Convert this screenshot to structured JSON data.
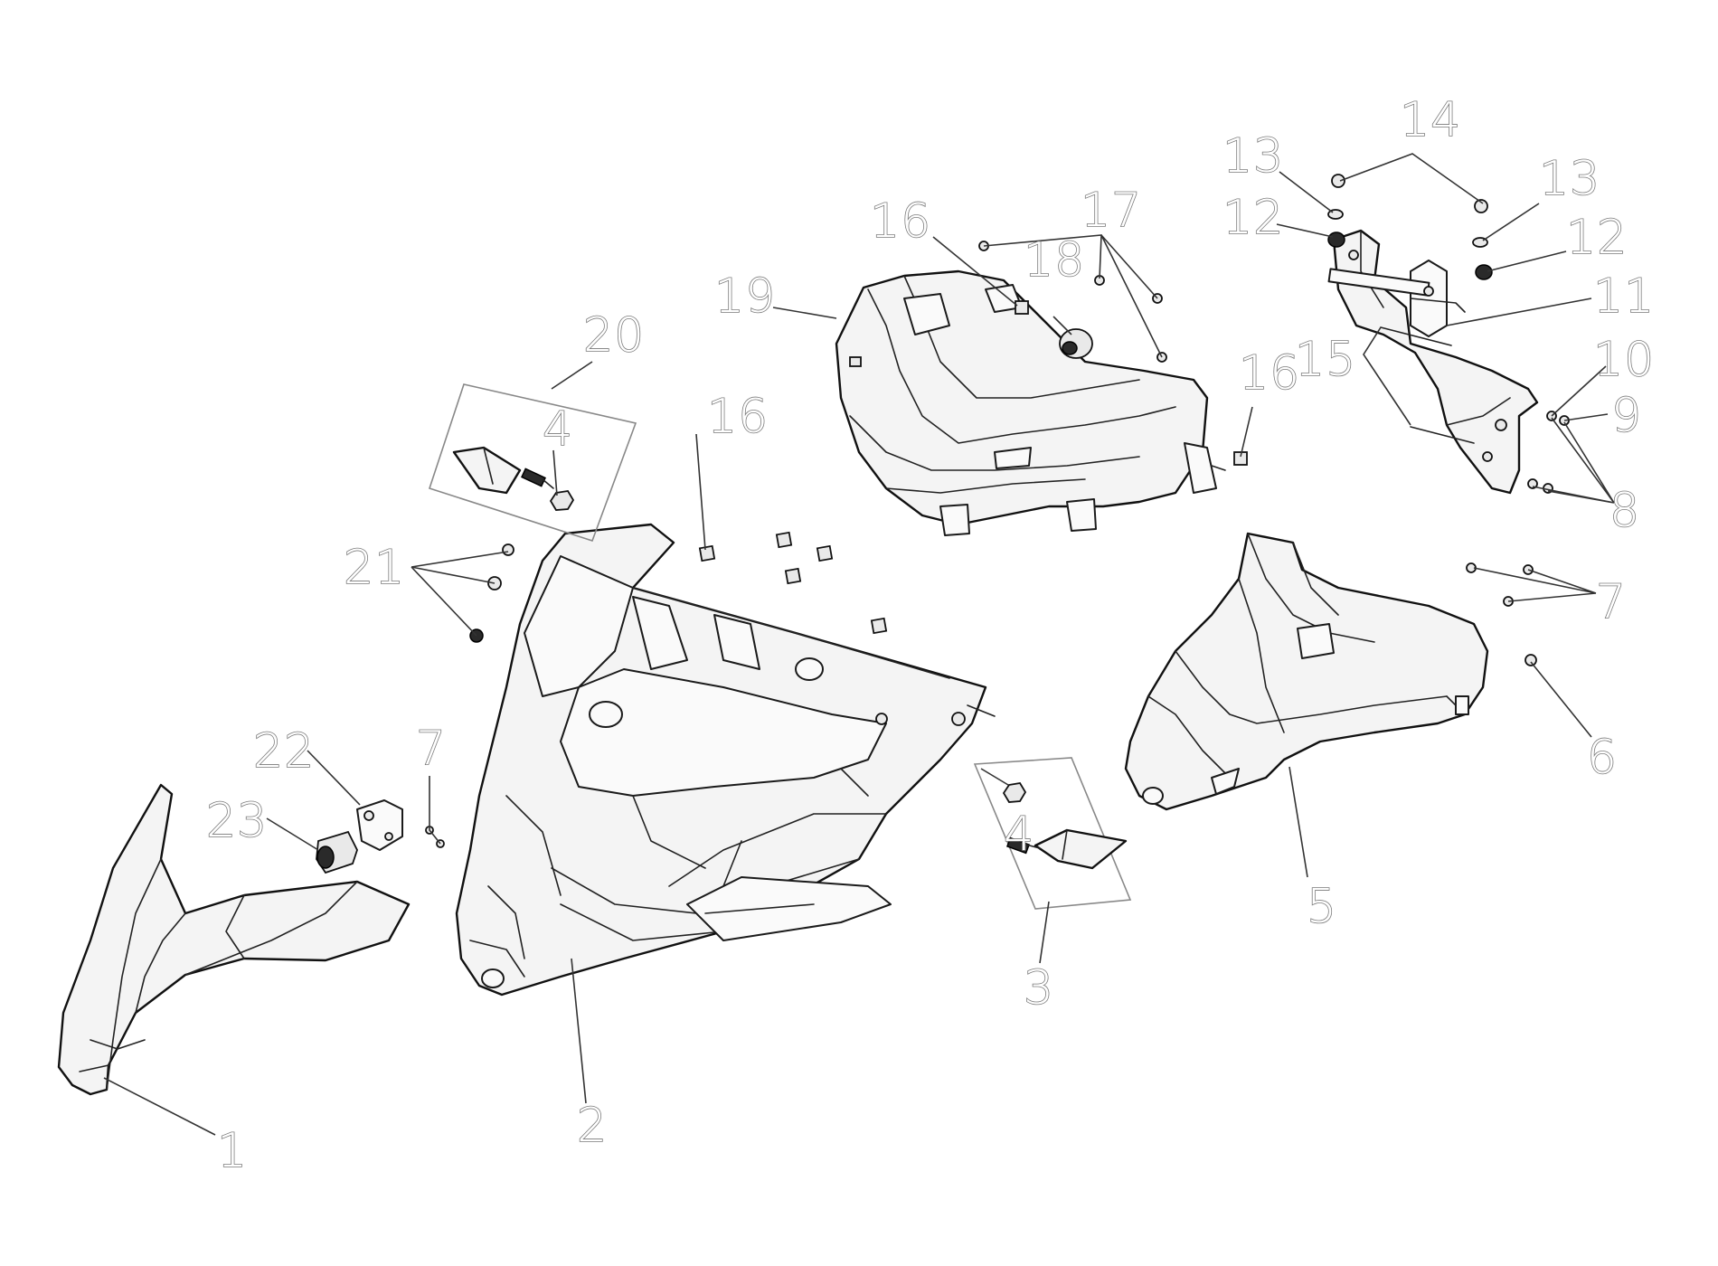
{
  "callouts": [
    {
      "id": "c1",
      "text": "1"
    },
    {
      "id": "c2",
      "text": "2"
    },
    {
      "id": "c3",
      "text": "3"
    },
    {
      "id": "c4a",
      "text": "4"
    },
    {
      "id": "c4b",
      "text": "4"
    },
    {
      "id": "c5",
      "text": "5"
    },
    {
      "id": "c6",
      "text": "6"
    },
    {
      "id": "c7a",
      "text": "7"
    },
    {
      "id": "c7b",
      "text": "7"
    },
    {
      "id": "c8",
      "text": "8"
    },
    {
      "id": "c9",
      "text": "9"
    },
    {
      "id": "c10",
      "text": "10"
    },
    {
      "id": "c11",
      "text": "11"
    },
    {
      "id": "c12a",
      "text": "12"
    },
    {
      "id": "c12b",
      "text": "12"
    },
    {
      "id": "c13a",
      "text": "13"
    },
    {
      "id": "c13b",
      "text": "13"
    },
    {
      "id": "c14",
      "text": "14"
    },
    {
      "id": "c15",
      "text": "15"
    },
    {
      "id": "c16a",
      "text": "16"
    },
    {
      "id": "c16b",
      "text": "16"
    },
    {
      "id": "c16c",
      "text": "16"
    },
    {
      "id": "c17",
      "text": "17"
    },
    {
      "id": "c18",
      "text": "18"
    },
    {
      "id": "c19",
      "text": "19"
    },
    {
      "id": "c20",
      "text": "20"
    },
    {
      "id": "c21",
      "text": "21"
    },
    {
      "id": "c22",
      "text": "22"
    },
    {
      "id": "c23",
      "text": "23"
    }
  ]
}
